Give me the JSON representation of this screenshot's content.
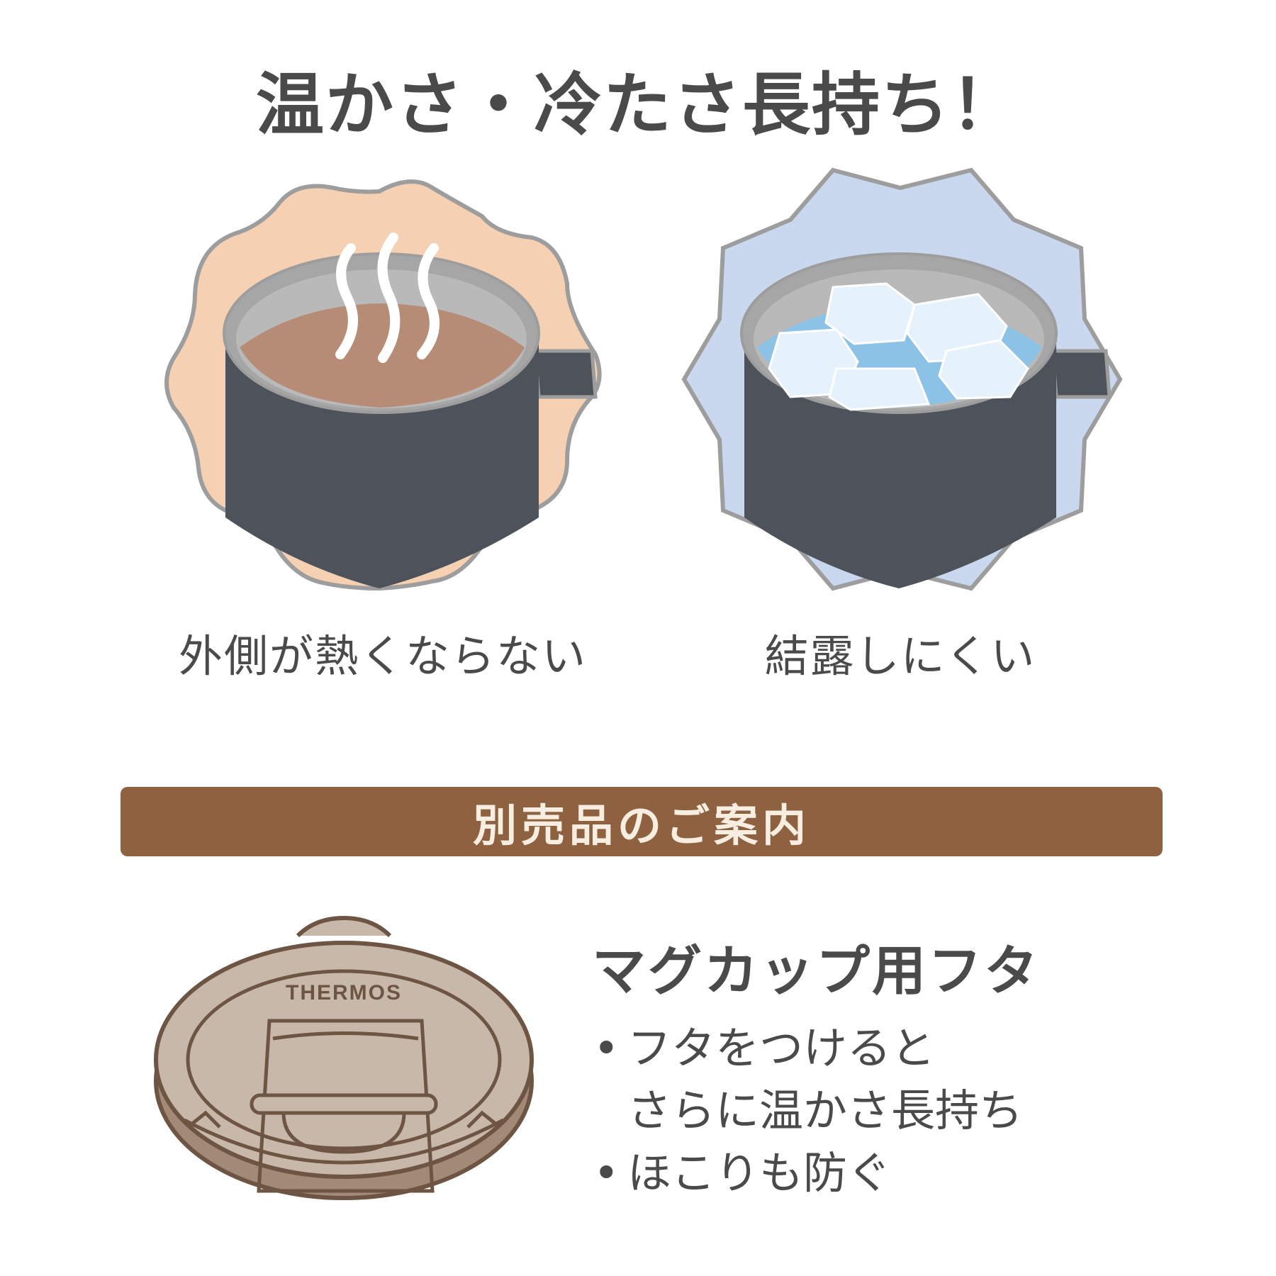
{
  "title": "温かさ・冷たさ長持ち！",
  "features": [
    {
      "icon": "hot-mug-icon",
      "caption": "外側が熱くならない"
    },
    {
      "icon": "iced-mug-icon",
      "caption": "結露しにくい"
    }
  ],
  "banner": {
    "label": "別売品のご案内"
  },
  "product": {
    "icon": "mug-lid-icon",
    "logo_text": "THERMOS",
    "name": "マグカップ用フタ",
    "bullets": [
      "フタをつけると\nさらに温かさ長持ち",
      "ほこりも防ぐ"
    ]
  },
  "colors": {
    "text": "#4a4a4a",
    "banner": "#8e6240",
    "banner_text": "#f7ede0",
    "warm_badge": "#f6d0b2",
    "cool_badge": "#c9d8ee",
    "mug": "#4d525b",
    "coffee": "#b78c76",
    "water": "#8cc2e6",
    "lid": "#c7b8a9",
    "lid_outline": "#6e5443"
  }
}
